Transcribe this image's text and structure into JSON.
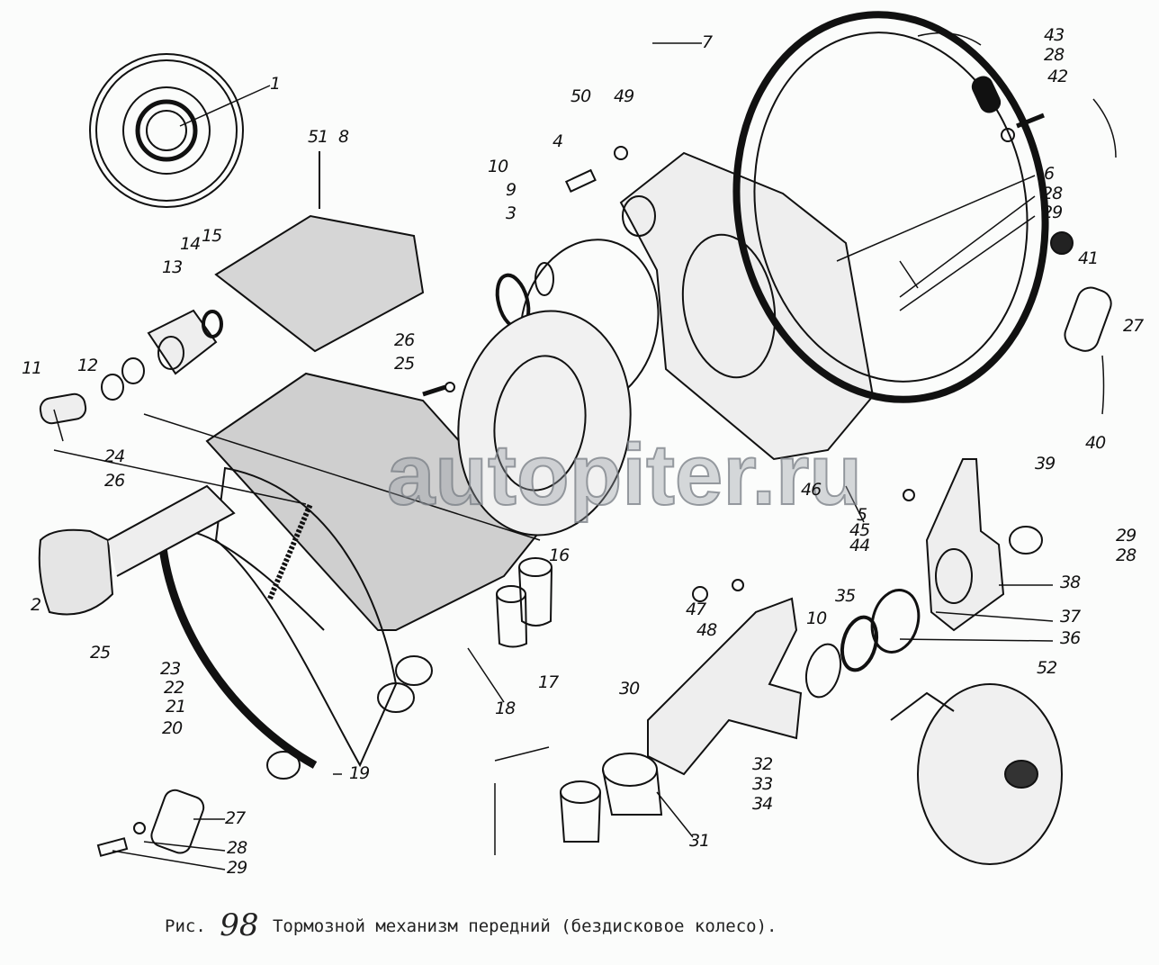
{
  "figure": {
    "prefix": "Рис.",
    "number": "98",
    "title": "Тормозной механизм передний (бездисковое колесо)."
  },
  "watermark": "autopiter.ru",
  "callouts": [
    "1",
    "51",
    "8",
    "14",
    "15",
    "13",
    "12",
    "11",
    "24",
    "26",
    "2",
    "25",
    "23",
    "22",
    "21",
    "20",
    "19",
    "18",
    "17",
    "16",
    "26",
    "25",
    "10",
    "9",
    "3",
    "4",
    "50",
    "49",
    "7",
    "43",
    "28",
    "42",
    "6",
    "28",
    "29",
    "41",
    "27",
    "40",
    "39",
    "46",
    "5",
    "45",
    "44",
    "29",
    "28",
    "38",
    "37",
    "36",
    "52",
    "35",
    "10",
    "47",
    "48",
    "30",
    "32",
    "33",
    "34",
    "31",
    "27",
    "28",
    "29"
  ]
}
